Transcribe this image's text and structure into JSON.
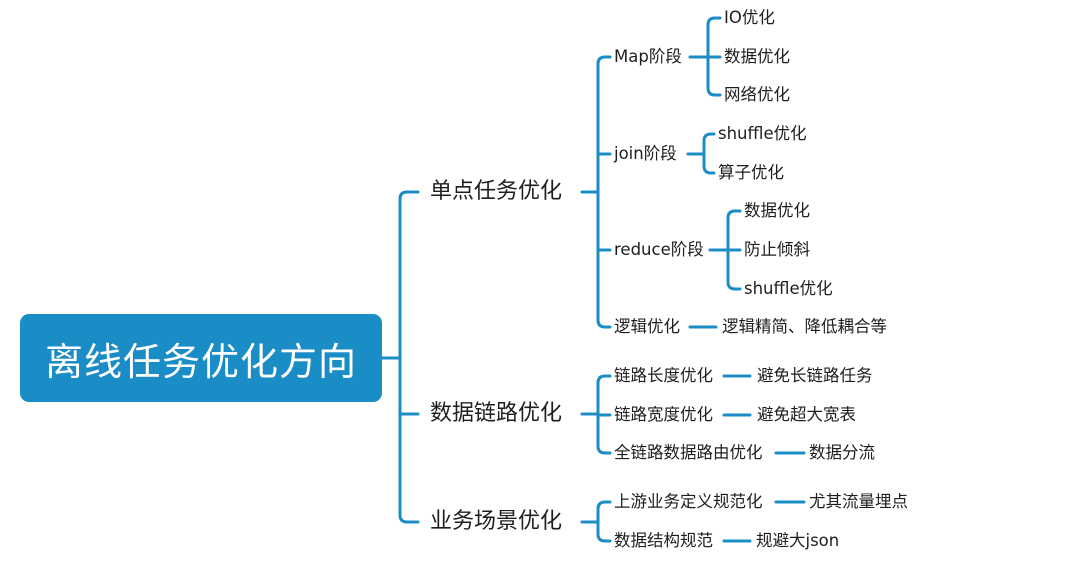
{
  "root": {
    "label": "离线任务优化方向"
  },
  "colors": {
    "accent": "#1a8cc6",
    "line": "#1a8cc6",
    "text": "#1e1e1e"
  },
  "branches": [
    {
      "label": "单点任务优化",
      "children": [
        {
          "label": "Map阶段",
          "children": [
            {
              "label": "IO优化"
            },
            {
              "label": "数据优化"
            },
            {
              "label": "网络优化"
            }
          ]
        },
        {
          "label": "join阶段",
          "children": [
            {
              "label": "shuffle优化"
            },
            {
              "label": "算子优化"
            }
          ]
        },
        {
          "label": "reduce阶段",
          "children": [
            {
              "label": "数据优化"
            },
            {
              "label": "防止倾斜"
            },
            {
              "label": "shuffle优化"
            }
          ]
        },
        {
          "label": "逻辑优化",
          "children": [
            {
              "label": "逻辑精简、降低耦合等"
            }
          ]
        }
      ]
    },
    {
      "label": "数据链路优化",
      "children": [
        {
          "label": "链路长度优化",
          "children": [
            {
              "label": "避免长链路任务"
            }
          ]
        },
        {
          "label": "链路宽度优化",
          "children": [
            {
              "label": "避免超大宽表"
            }
          ]
        },
        {
          "label": "全链路数据路由优化",
          "children": [
            {
              "label": "数据分流"
            }
          ]
        }
      ]
    },
    {
      "label": "业务场景优化",
      "children": [
        {
          "label": "上游业务定义规范化",
          "children": [
            {
              "label": "尤其流量埋点"
            }
          ]
        },
        {
          "label": "数据结构规范",
          "children": [
            {
              "label": "规避大json"
            }
          ]
        }
      ]
    }
  ]
}
